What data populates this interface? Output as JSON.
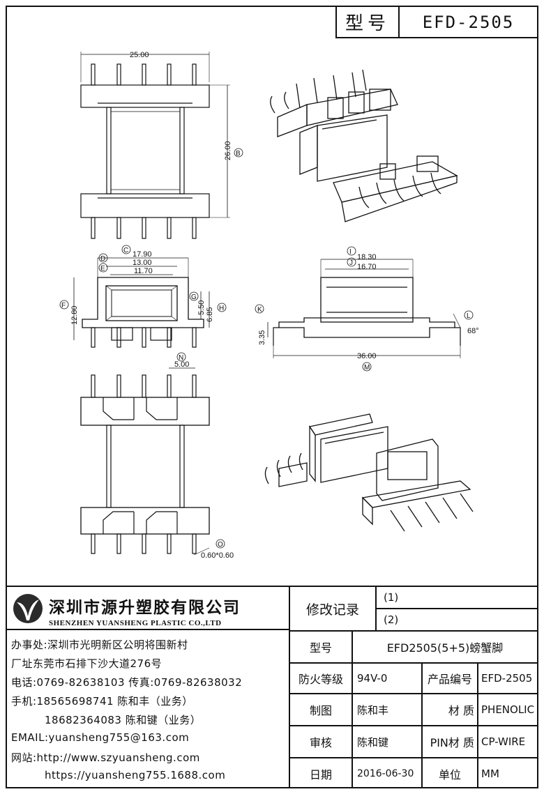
{
  "header": {
    "model_label": "型号",
    "model_value": "EFD-2505"
  },
  "drawing": {
    "top_view": {
      "width_dim": "25.00",
      "height_dim": "26.00",
      "label_b": "B"
    },
    "section_view": {
      "dim_c": "17.90",
      "dim_d": "13.00",
      "dim_e": "11.70",
      "dim_f": "12.80",
      "dim_g": "5.50",
      "dim_h": "6.85",
      "label_c": "C",
      "label_d": "D",
      "label_e": "E",
      "label_f": "F",
      "label_g": "G",
      "label_h": "H"
    },
    "side_view": {
      "dim_i": "18.30",
      "dim_j": "16.70",
      "dim_k": "3.35",
      "dim_m": "36.00",
      "angle_l": "68°",
      "label_i": "I",
      "label_j": "J",
      "label_k": "K",
      "label_l": "L",
      "label_m": "M"
    },
    "bottom_view": {
      "dim_n": "5.00",
      "label_n": "N",
      "dim_o": "0.60*0.60",
      "label_o": "O"
    }
  },
  "company": {
    "name_cn": "深圳市源升塑胶有限公司",
    "name_en": "SHENZHEN YUANSHENG PLASTIC CO.,LTD",
    "lines": [
      "办事处:深圳市光明新区公明将围新村",
      "厂址东莞市石排下沙大道276号",
      "电话:0769-82638103 传真:0769-82638032",
      "手机:18565698741 陈和丰（业务）",
      "18682364083 陈和键（业务）",
      "EMAIL:yuansheng755@163.com",
      "网站:http://www.szyuansheng.com",
      "https://yuansheng755.1688.com"
    ]
  },
  "title_block": {
    "revision_label": "修改记录",
    "rev1": "(1)",
    "rev2": "(2)",
    "model_label": "型号",
    "model_value": "EFD2505(5+5)螃蟹脚",
    "fire_label": "防火等级",
    "fire_value": "94V-0",
    "product_no_label": "产品编号",
    "product_no_value": "EFD-2505",
    "drawn_label": "制图",
    "drawn_value": "陈和丰",
    "material_label": "材 质",
    "material_value": "PHENOLIC",
    "review_label": "审核",
    "review_value": "陈和键",
    "pin_material_label": "PIN材 质",
    "pin_material_value": "CP-WIRE",
    "date_label": "日期",
    "date_value": "2016-06-30",
    "unit_label": "单位",
    "unit_value": "MM"
  }
}
